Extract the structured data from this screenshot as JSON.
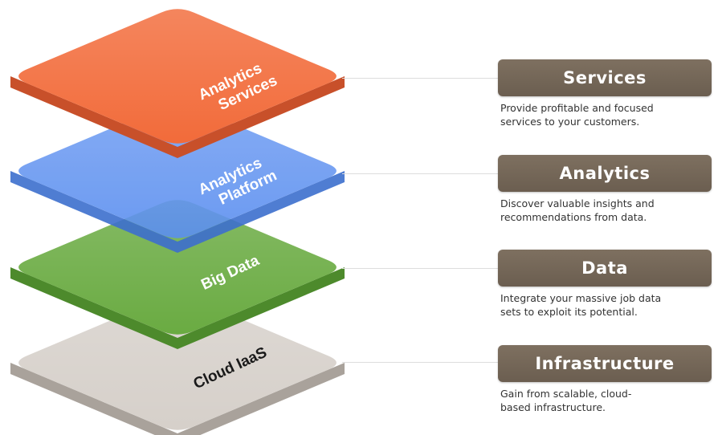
{
  "layers": [
    {
      "id": "services",
      "label_lines": [
        "Analytics",
        "Services"
      ],
      "color": "#f26b3a",
      "edge_color": "#c8502a",
      "label_color": "#ffffff"
    },
    {
      "id": "platform",
      "label_lines": [
        "Analytics",
        "Platform"
      ],
      "color": "#5b8ff0",
      "edge_color": "#3d6fce",
      "label_color": "#ffffff"
    },
    {
      "id": "bigdata",
      "label_lines": [
        "Big Data"
      ],
      "color": "#6aab42",
      "edge_color": "#4d8a2c",
      "label_color": "#ffffff"
    },
    {
      "id": "cloud",
      "label_lines": [
        "Cloud IaaS"
      ],
      "color": "#d6d0ca",
      "edge_color": "#a9a29b",
      "label_color": "#1a1a1a"
    }
  ],
  "panels": [
    {
      "title": "Services",
      "desc_lines": [
        "Provide profitable and focused",
        "services to your customers."
      ]
    },
    {
      "title": "Analytics",
      "desc_lines": [
        "Discover valuable insights and",
        "recommendations from data."
      ]
    },
    {
      "title": "Data",
      "desc_lines": [
        "Integrate your massive job data",
        "sets to exploit its potential."
      ]
    },
    {
      "title": "Infrastructure",
      "desc_lines": [
        "Gain from scalable, cloud-",
        "based infrastructure."
      ]
    }
  ]
}
